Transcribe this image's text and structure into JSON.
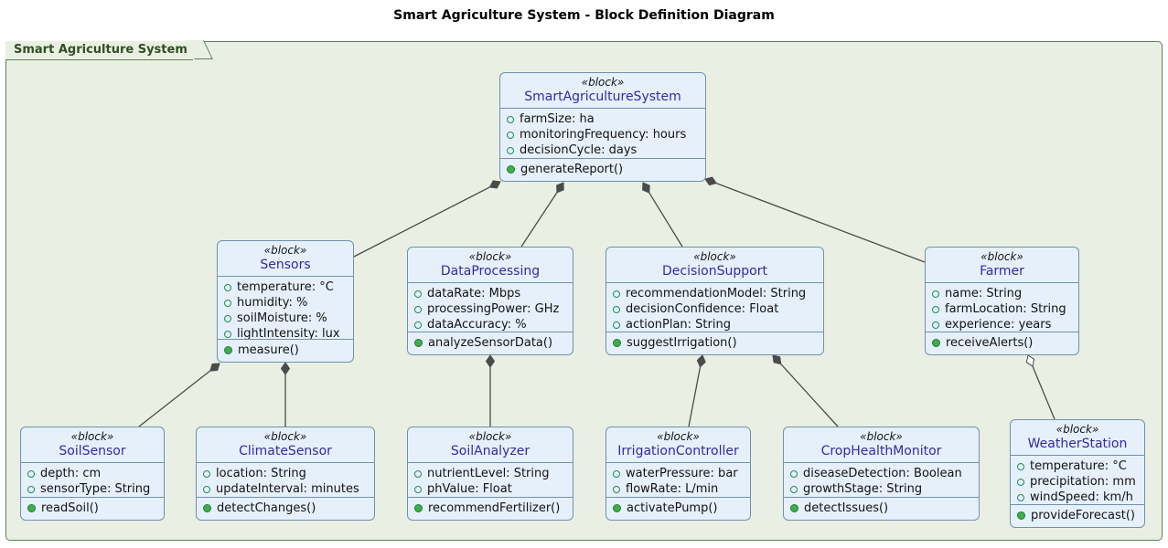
{
  "page_title": "Smart Agriculture System - Block Definition Diagram",
  "frame": {
    "label": "Smart Agriculture System"
  },
  "blocks": [
    {
      "id": "SmartAgricultureSystem",
      "stereotype": "«block»",
      "name": "SmartAgricultureSystem",
      "attributes": [
        "farmSize: ha",
        "monitoringFrequency: hours",
        "decisionCycle: days"
      ],
      "operations": [
        "generateReport()"
      ]
    },
    {
      "id": "Sensors",
      "stereotype": "«block»",
      "name": "Sensors",
      "attributes": [
        "temperature: °C",
        "humidity: %",
        "soilMoisture: %",
        "lightIntensity: lux"
      ],
      "operations": [
        "measure()"
      ]
    },
    {
      "id": "DataProcessing",
      "stereotype": "«block»",
      "name": "DataProcessing",
      "attributes": [
        "dataRate: Mbps",
        "processingPower: GHz",
        "dataAccuracy: %"
      ],
      "operations": [
        "analyzeSensorData()"
      ]
    },
    {
      "id": "DecisionSupport",
      "stereotype": "«block»",
      "name": "DecisionSupport",
      "attributes": [
        "recommendationModel: String",
        "decisionConfidence: Float",
        "actionPlan: String"
      ],
      "operations": [
        "suggestIrrigation()"
      ]
    },
    {
      "id": "Farmer",
      "stereotype": "«block»",
      "name": "Farmer",
      "attributes": [
        "name: String",
        "farmLocation: String",
        "experience: years"
      ],
      "operations": [
        "receiveAlerts()"
      ]
    },
    {
      "id": "SoilSensor",
      "stereotype": "«block»",
      "name": "SoilSensor",
      "attributes": [
        "depth: cm",
        "sensorType: String"
      ],
      "operations": [
        "readSoil()"
      ]
    },
    {
      "id": "ClimateSensor",
      "stereotype": "«block»",
      "name": "ClimateSensor",
      "attributes": [
        "location: String",
        "updateInterval: minutes"
      ],
      "operations": [
        "detectChanges()"
      ]
    },
    {
      "id": "SoilAnalyzer",
      "stereotype": "«block»",
      "name": "SoilAnalyzer",
      "attributes": [
        "nutrientLevel: String",
        "phValue: Float"
      ],
      "operations": [
        "recommendFertilizer()"
      ]
    },
    {
      "id": "IrrigationController",
      "stereotype": "«block»",
      "name": "IrrigationController",
      "attributes": [
        "waterPressure: bar",
        "flowRate: L/min"
      ],
      "operations": [
        "activatePump()"
      ]
    },
    {
      "id": "CropHealthMonitor",
      "stereotype": "«block»",
      "name": "CropHealthMonitor",
      "attributes": [
        "diseaseDetection: Boolean",
        "growthStage: String"
      ],
      "operations": [
        "detectIssues()"
      ]
    },
    {
      "id": "WeatherStation",
      "stereotype": "«block»",
      "name": "WeatherStation",
      "attributes": [
        "temperature: °C",
        "precipitation: mm",
        "windSpeed: km/h"
      ],
      "operations": [
        "provideForecast()"
      ]
    }
  ],
  "relationships": [
    {
      "from": "SmartAgricultureSystem",
      "to": "Sensors",
      "type": "composition"
    },
    {
      "from": "SmartAgricultureSystem",
      "to": "DataProcessing",
      "type": "composition"
    },
    {
      "from": "SmartAgricultureSystem",
      "to": "DecisionSupport",
      "type": "composition"
    },
    {
      "from": "SmartAgricultureSystem",
      "to": "Farmer",
      "type": "composition"
    },
    {
      "from": "Sensors",
      "to": "SoilSensor",
      "type": "composition"
    },
    {
      "from": "Sensors",
      "to": "ClimateSensor",
      "type": "composition"
    },
    {
      "from": "DataProcessing",
      "to": "SoilAnalyzer",
      "type": "composition"
    },
    {
      "from": "DecisionSupport",
      "to": "IrrigationController",
      "type": "composition"
    },
    {
      "from": "DecisionSupport",
      "to": "CropHealthMonitor",
      "type": "composition"
    },
    {
      "from": "Farmer",
      "to": "WeatherStation",
      "type": "aggregation"
    }
  ],
  "colors": {
    "frame_fill": "#e9f0e3",
    "frame_border": "#5f7d57",
    "frame_label": "#2f4f24",
    "block_fill": "#e6f0fb",
    "block_border": "#7190ae",
    "block_name": "#2d2da5",
    "connector": "#4b4b4b",
    "attribute_icon": "#1e8e4e",
    "operation_icon": "#3fae49",
    "title_color": "#000000"
  }
}
